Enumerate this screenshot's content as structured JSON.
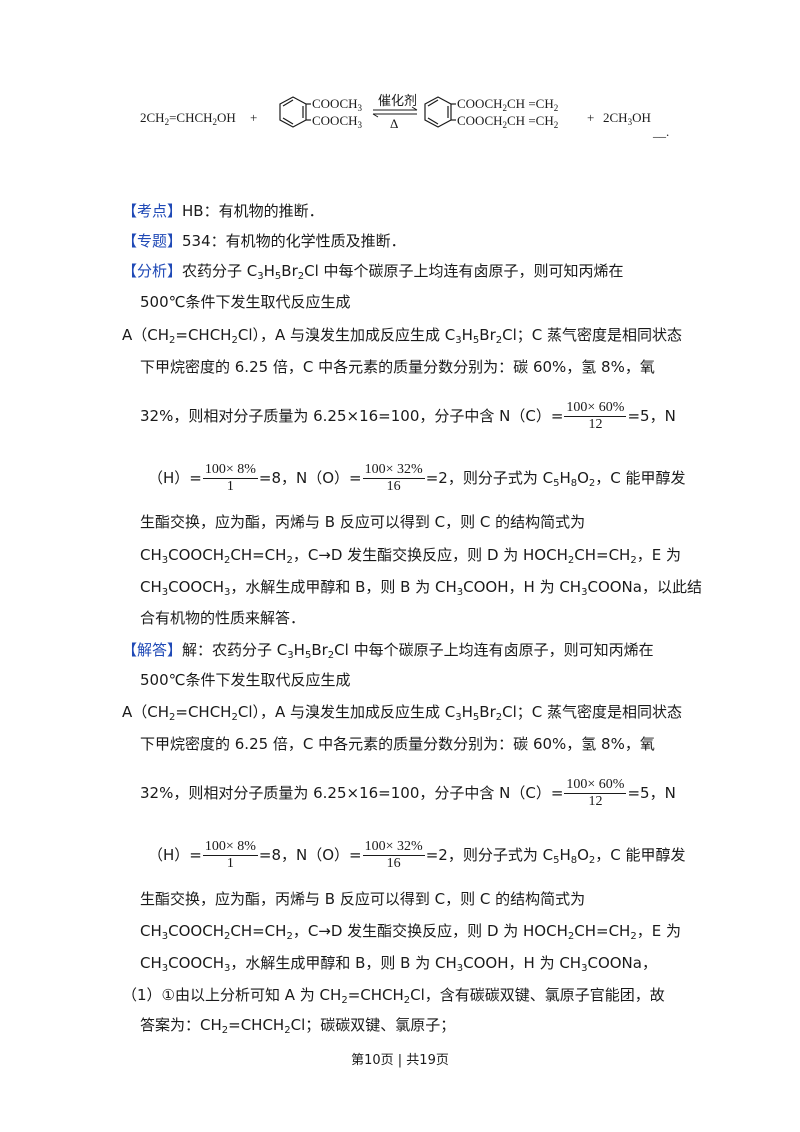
{
  "reaction": {
    "reactant1": "2CH",
    "reactant1_tail": "=CHCH",
    "reactant1_end": "OH",
    "plus1": "+",
    "subst1": "COOCH",
    "subst2": "COOCH",
    "catalyst": "催化剂",
    "heat": "Δ",
    "prod1": "COOCH",
    "prod1_tail": "CH =CH",
    "prod2": "COOCH",
    "prod2_tail": "CH =CH",
    "plus2": "+",
    "byproduct": "2CH",
    "byproduct_tail": "OH",
    "blank": "__."
  },
  "sections": {
    "kaodian_tag": "【考点】",
    "kaodian_text": "HB：有机物的推断．",
    "zhuanti_tag": "【专题】",
    "zhuanti_text": "534：有机物的化学性质及推断．",
    "fenxi_tag": "【分析】",
    "jieda_tag": "【解答】",
    "jieda_prefix": "解："
  },
  "analysis": {
    "l1a": "农药分子 C",
    "l1b": "H",
    "l1c": "Br",
    "l1d": "Cl 中每个碳原子上均连有卤原子，则可知丙烯在",
    "l2": "500℃条件下发生取代反应生成",
    "l3a": "A（CH",
    "l3b": "=CHCH",
    "l3c": "Cl），A 与溴发生加成反应生成 C",
    "l3d": "H",
    "l3e": "Br",
    "l3f": "Cl；C 蒸气密度是相同状态",
    "l4": "下甲烷密度的 6.25 倍，C 中各元素的质量分数分别为：碳 60%，氢 8%，氧",
    "l5a": "32%，则相对分子质量为 6.25×16=100，分子中含 N（C）=",
    "frac1_num": "100× 60%",
    "frac1_den": "12",
    "l5b": "=5，N",
    "l6a": "（H）=",
    "frac2_num": "100× 8%",
    "frac2_den": "1",
    "l6b": "=8，N（O）=",
    "frac3_num": "100× 32%",
    "frac3_den": "16",
    "l6c": "=2，则分子式为 C",
    "l6d": "H",
    "l6e": "O",
    "l6f": "，C 能甲醇发",
    "l7": "生酯交换，应为酯，丙烯与 B 反应可以得到 C，则 C 的结构简式为",
    "l8a": "CH",
    "l8b": "COOCH",
    "l8c": "CH=CH",
    "l8d": "，C→D 发生酯交换反应，则 D 为 HOCH",
    "l8e": "CH=CH",
    "l8f": "，E 为",
    "l9a": "CH",
    "l9b": "COOCH",
    "l9c": "，水解生成甲醇和 B，则 B 为 CH",
    "l9d": "COOH，H 为 CH",
    "l9e": "COONa，以此结",
    "l10": "合有机物的性质来解答．",
    "l9e_ans": "COONa，"
  },
  "q1": {
    "l1a": "（1）①由以上分析可知 A 为 CH",
    "l1b": "=CHCH",
    "l1c": "Cl，含有碳碳双键、氯原子官能团，故",
    "l2a": "答案为：CH",
    "l2b": "=CHCH",
    "l2c": "Cl；碳碳双键、氯原子；"
  },
  "subs": {
    "two": "2",
    "three": "3",
    "five": "5",
    "eight": "8"
  },
  "footer": "第10页 | 共19页"
}
